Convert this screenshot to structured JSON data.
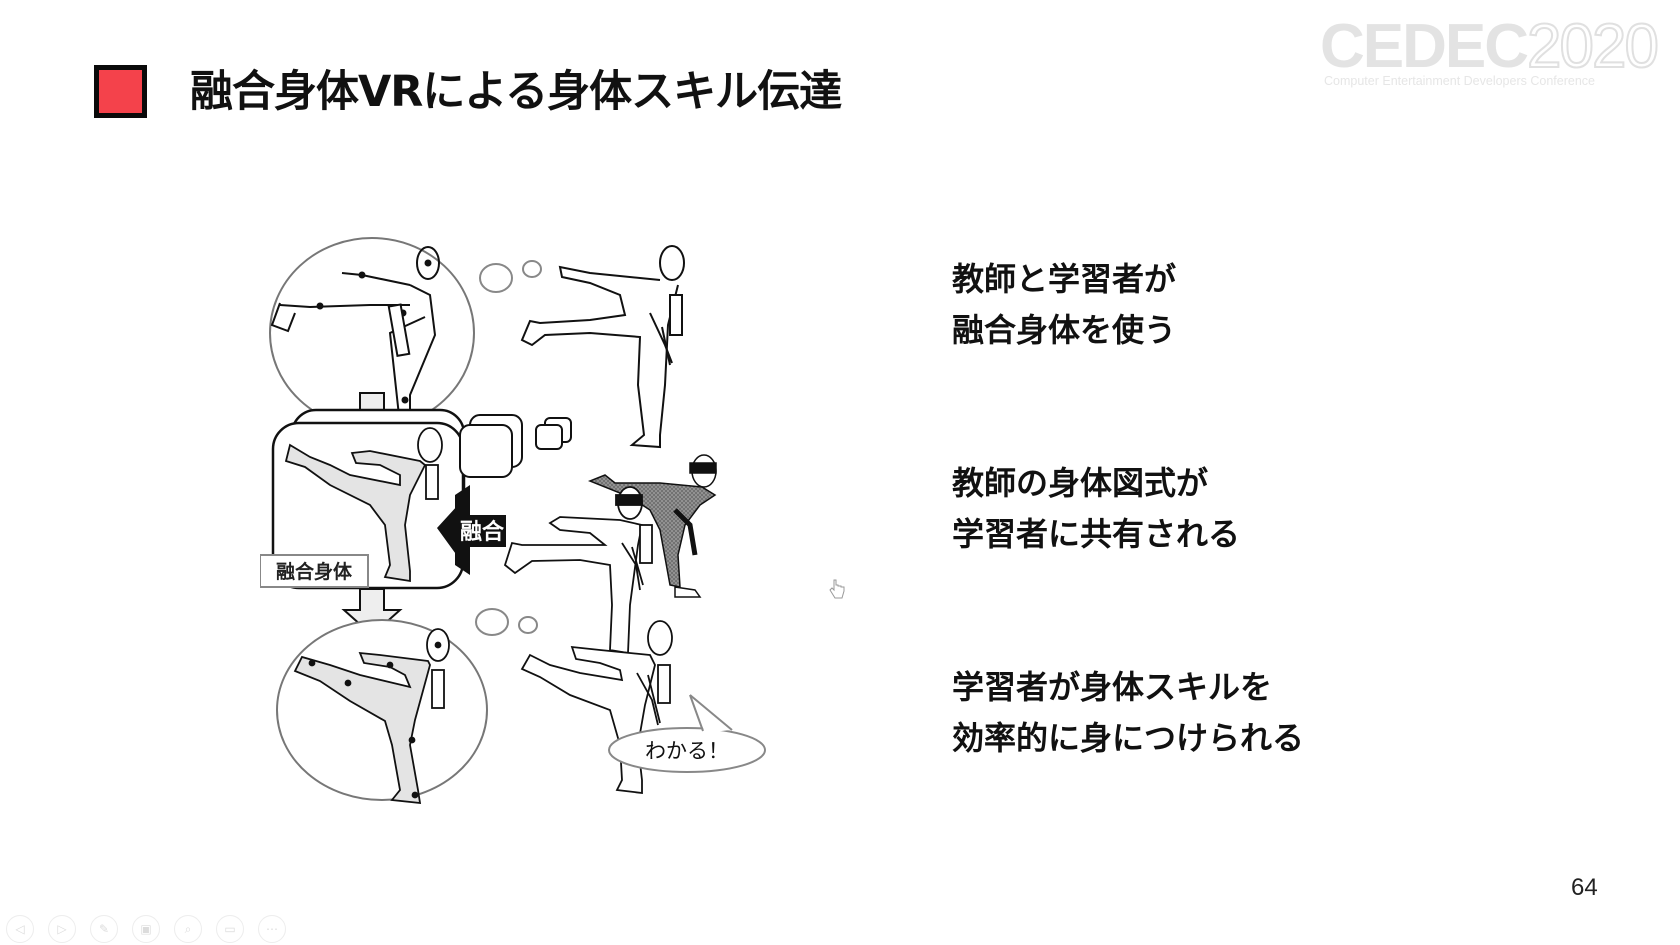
{
  "slide": {
    "title": "融合身体VRによる身体スキル伝達",
    "accent_color": "#f4424b",
    "page_number": "64"
  },
  "logo": {
    "brand": "CEDEC",
    "year": "2020",
    "subtitle": "Computer Entertainment Developers Conference"
  },
  "diagram": {
    "fused_body_label": "融合身体",
    "fusion_arrow_label": "融合",
    "speech_bubble_text": "わかる！"
  },
  "bullets": [
    {
      "lines": [
        "教師と学習者が",
        "融合身体を使う"
      ]
    },
    {
      "lines": [
        "教師の身体図式が",
        "学習者に共有される"
      ]
    },
    {
      "lines": [
        "学習者が身体スキルを",
        "効率的に身につけられる"
      ]
    }
  ],
  "presenter_toolbar": {
    "buttons": [
      {
        "name": "previous",
        "glyph": "◁"
      },
      {
        "name": "next",
        "glyph": "▷"
      },
      {
        "name": "pen",
        "glyph": "✎"
      },
      {
        "name": "slides",
        "glyph": "▣"
      },
      {
        "name": "zoom",
        "glyph": "⌕"
      },
      {
        "name": "screen",
        "glyph": "▭"
      },
      {
        "name": "more",
        "glyph": "⋯"
      }
    ]
  }
}
